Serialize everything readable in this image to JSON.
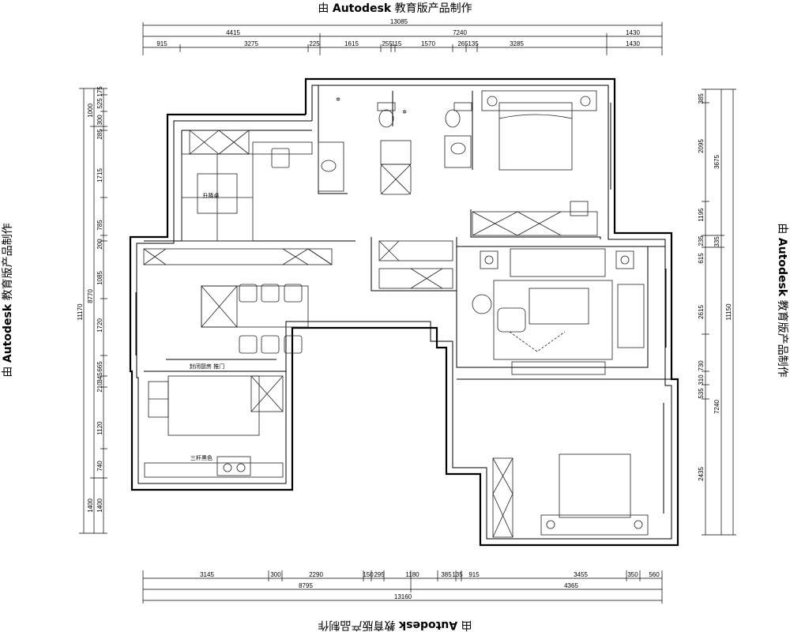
{
  "watermark": {
    "prefix": "由",
    "brand": "Autodesk",
    "suffix": "教育版产品制作"
  },
  "dims": {
    "top": {
      "overall": "13085",
      "row2": [
        "4415",
        "7240",
        "1430"
      ],
      "row3": [
        "915",
        "3275",
        "225",
        "1615",
        "255",
        "115",
        "1570",
        "265",
        "135",
        "3285",
        "1430"
      ]
    },
    "left": {
      "overall": "11170",
      "col2": [
        "1000",
        "8770",
        "1400"
      ],
      "col3": [
        "175",
        "525",
        "300",
        "285",
        "1715",
        "785",
        "200",
        "1085",
        "1720",
        "665",
        "345",
        "210",
        "1120",
        "740",
        "1400"
      ]
    },
    "right": {
      "overall": "11150",
      "col2": [
        "3675",
        "335",
        "7240"
      ],
      "col1": [
        "385",
        "2095",
        "1195",
        "235",
        "615",
        "2615",
        "730",
        "310",
        "535",
        "2435"
      ]
    },
    "bottom": {
      "row1": [
        "3145",
        "300",
        "2290",
        "150",
        "295",
        "1180",
        "385",
        "135",
        "915",
        "3455",
        "350",
        "560"
      ],
      "row2": [
        "8795",
        "4365"
      ],
      "overall": "13160"
    }
  },
  "labels": {
    "lift_table": "升降桌",
    "kitchen_door": "封闭厨房 推门",
    "cabinet_note": "三杆黑色"
  }
}
